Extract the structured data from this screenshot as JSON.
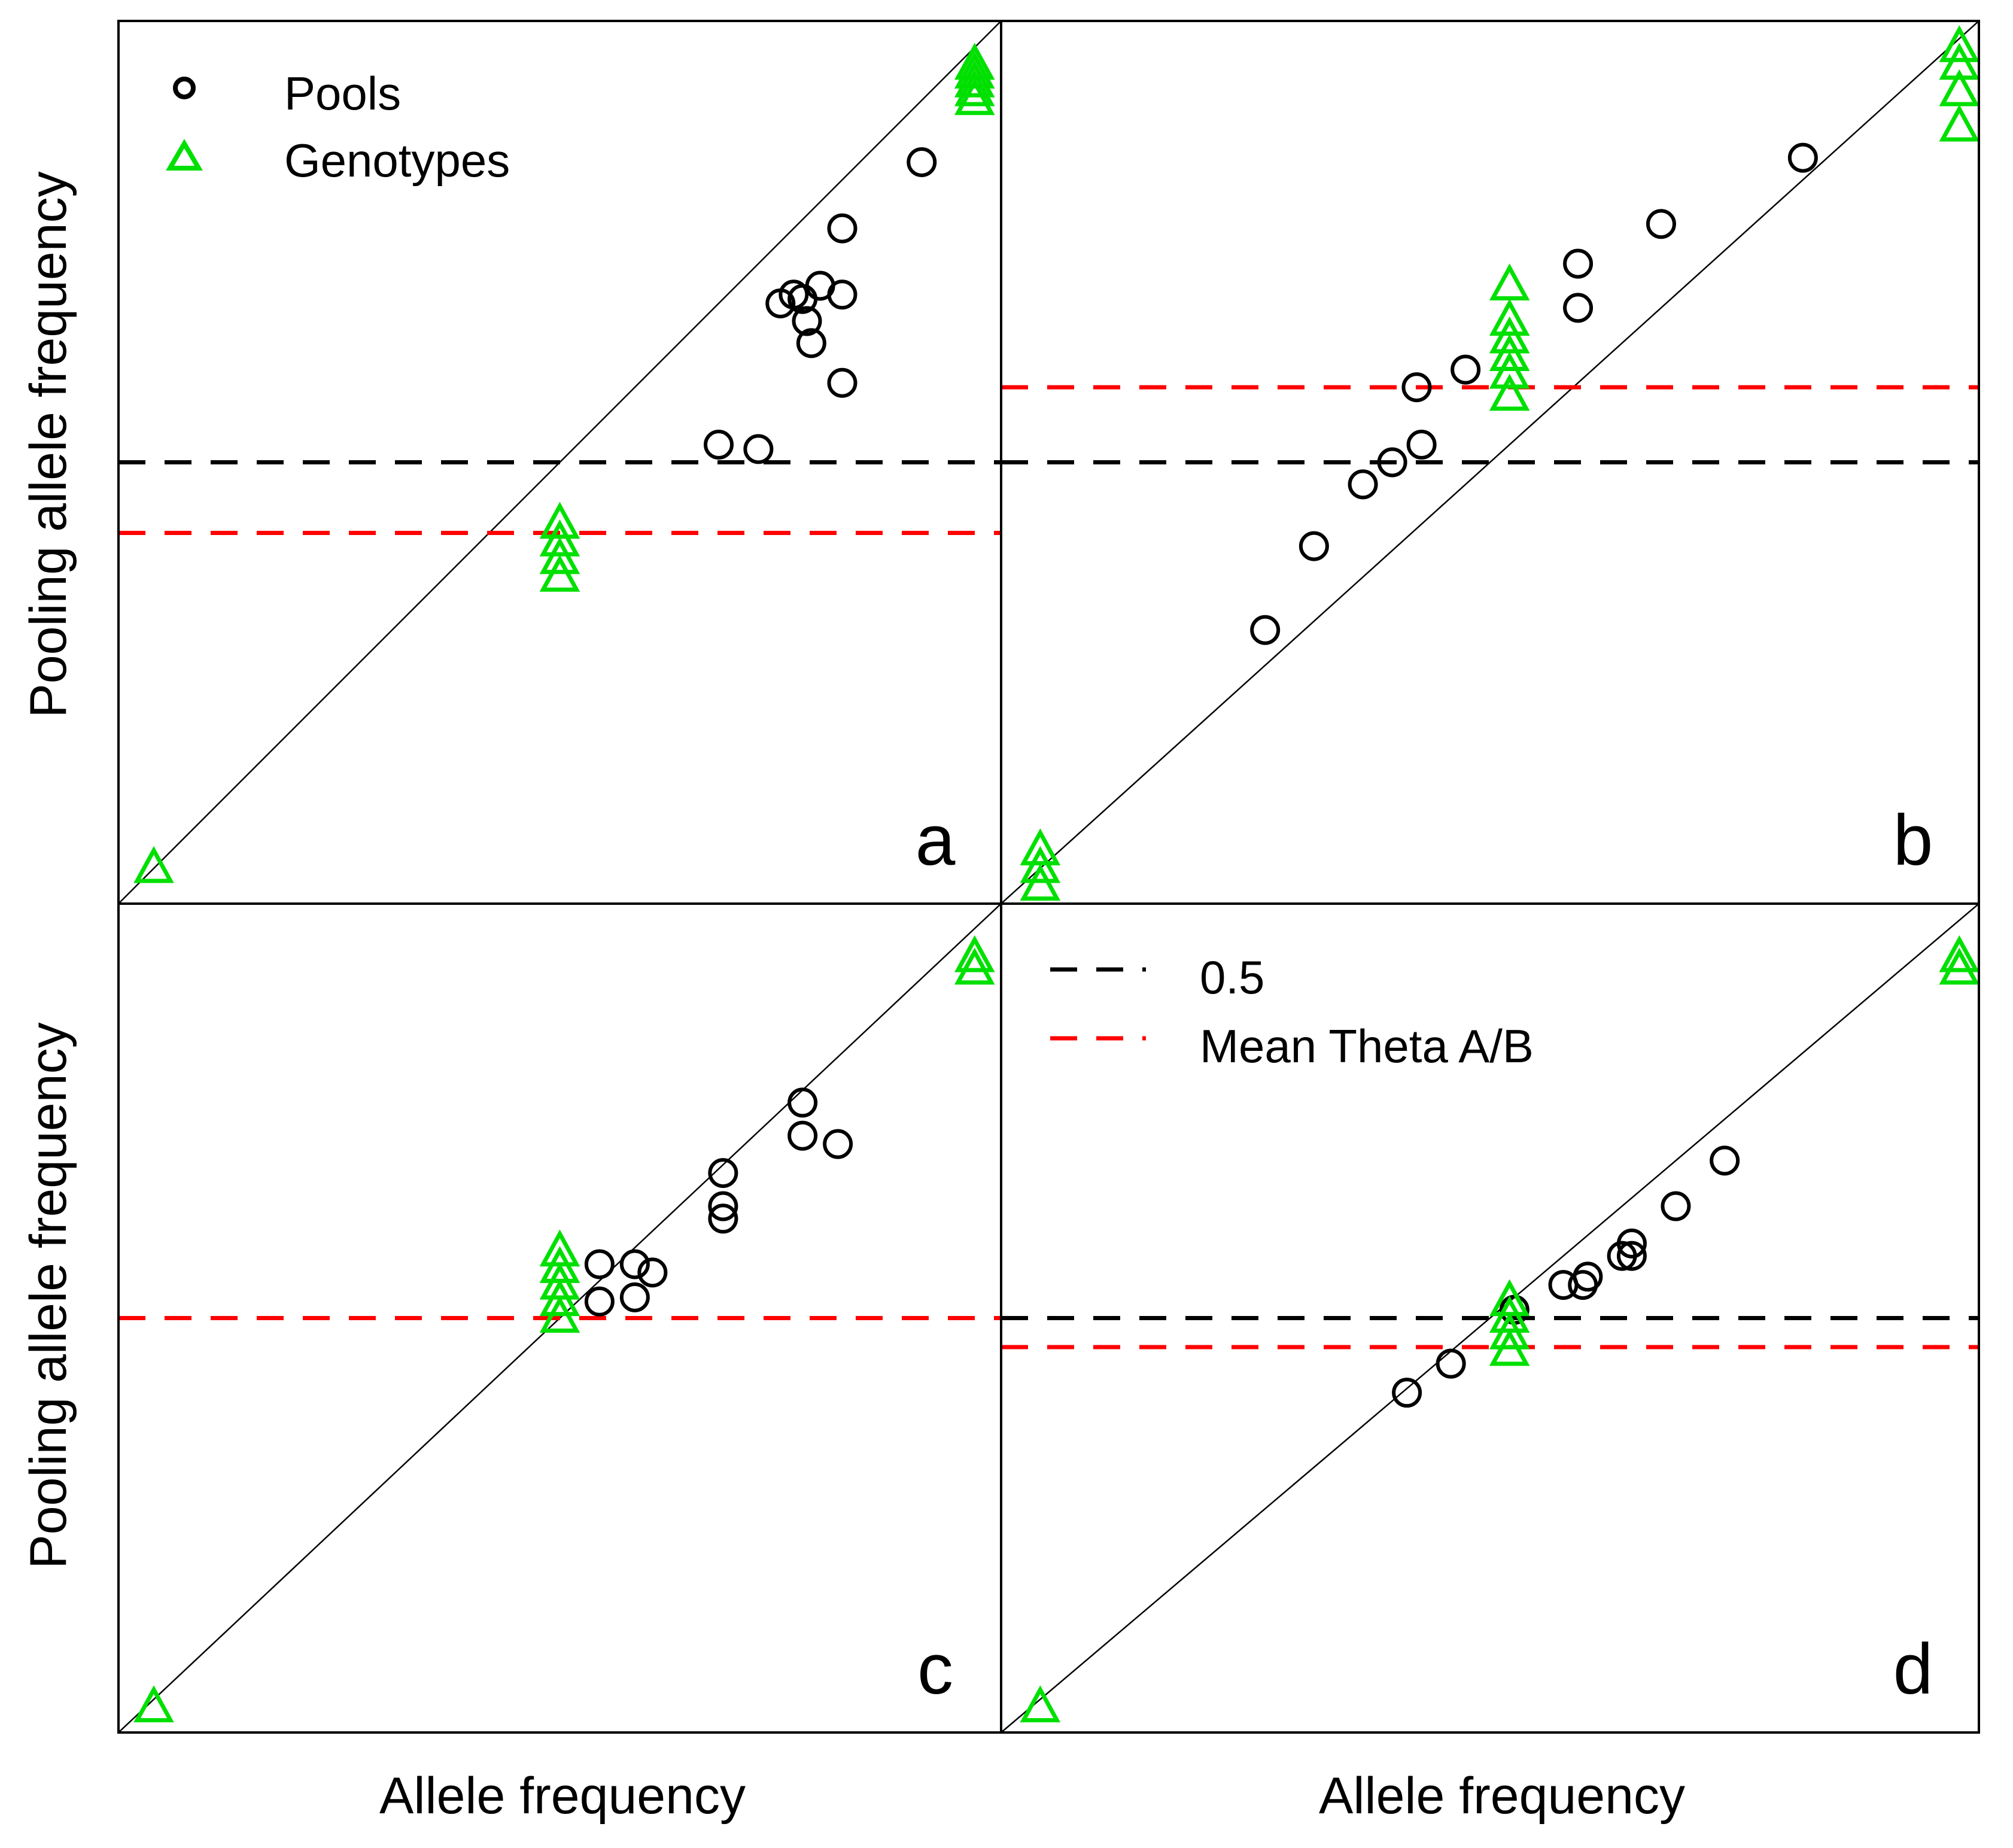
{
  "figure": {
    "y_axis_label": "Pooling allele frequency",
    "x_axis_label": "Allele frequency"
  },
  "legend_top": {
    "entries": [
      {
        "label": "Pools",
        "marker": "circle",
        "color": "#000000"
      },
      {
        "label": "Genotypes",
        "marker": "triangle",
        "color": "#00e000"
      }
    ]
  },
  "legend_bottom": {
    "entries": [
      {
        "label": "0.5",
        "line": "dashed",
        "color": "#000000"
      },
      {
        "label": "Mean Theta A/B",
        "line": "dashed",
        "color": "#ff0000"
      }
    ]
  },
  "colors": {
    "pools": "#000000",
    "genotypes": "#00e000",
    "half_line": "#000000",
    "mean_theta_line": "#ff0000",
    "identity_line": "#000000"
  },
  "chart_data": [
    {
      "type": "scatter",
      "panel_label": "a",
      "xlim": [
        0,
        1
      ],
      "ylim": [
        0,
        1
      ],
      "identity_line": true,
      "hlines": {
        "half": 0.5,
        "mean_theta": 0.42
      },
      "series": [
        {
          "name": "Pools",
          "marker": "circle",
          "points": [
            [
              0.68,
              0.52
            ],
            [
              0.725,
              0.515
            ],
            [
              0.75,
              0.68
            ],
            [
              0.775,
              0.685
            ],
            [
              0.78,
              0.66
            ],
            [
              0.765,
              0.69
            ],
            [
              0.795,
              0.7
            ],
            [
              0.82,
              0.69
            ],
            [
              0.82,
              0.765
            ],
            [
              0.785,
              0.635
            ],
            [
              0.82,
              0.59
            ],
            [
              0.91,
              0.84
            ]
          ]
        },
        {
          "name": "Genotypes",
          "marker": "triangle",
          "points": [
            [
              0.04,
              0.04
            ],
            [
              0.5,
              0.37
            ],
            [
              0.5,
              0.39
            ],
            [
              0.5,
              0.41
            ],
            [
              0.5,
              0.43
            ],
            [
              0.97,
              0.91
            ],
            [
              0.97,
              0.92
            ],
            [
              0.97,
              0.93
            ],
            [
              0.97,
              0.94
            ],
            [
              0.97,
              0.95
            ]
          ]
        }
      ]
    },
    {
      "type": "scatter",
      "panel_label": "b",
      "xlim": [
        0,
        1
      ],
      "ylim": [
        0,
        1
      ],
      "identity_line": true,
      "hlines": {
        "half": 0.5,
        "mean_theta": 0.585
      },
      "series": [
        {
          "name": "Pools",
          "marker": "circle",
          "points": [
            [
              0.27,
              0.31
            ],
            [
              0.32,
              0.405
            ],
            [
              0.37,
              0.475
            ],
            [
              0.4,
              0.5
            ],
            [
              0.43,
              0.52
            ],
            [
              0.425,
              0.585
            ],
            [
              0.475,
              0.605
            ],
            [
              0.59,
              0.675
            ],
            [
              0.59,
              0.725
            ],
            [
              0.675,
              0.77
            ],
            [
              0.82,
              0.845
            ]
          ]
        },
        {
          "name": "Genotypes",
          "marker": "triangle",
          "points": [
            [
              0.04,
              0.02
            ],
            [
              0.04,
              0.04
            ],
            [
              0.04,
              0.06
            ],
            [
              0.52,
              0.575
            ],
            [
              0.52,
              0.6
            ],
            [
              0.52,
              0.62
            ],
            [
              0.52,
              0.64
            ],
            [
              0.52,
              0.66
            ],
            [
              0.52,
              0.7
            ],
            [
              0.98,
              0.88
            ],
            [
              0.98,
              0.92
            ],
            [
              0.98,
              0.95
            ],
            [
              0.98,
              0.97
            ]
          ]
        }
      ]
    },
    {
      "type": "scatter",
      "panel_label": "c",
      "xlim": [
        0,
        1
      ],
      "ylim": [
        0,
        1
      ],
      "identity_line": true,
      "hlines": {
        "half": 0.5,
        "mean_theta": 0.5
      },
      "series": [
        {
          "name": "Pools",
          "marker": "circle",
          "points": [
            [
              0.545,
              0.52
            ],
            [
              0.585,
              0.525
            ],
            [
              0.545,
              0.565
            ],
            [
              0.585,
              0.565
            ],
            [
              0.605,
              0.555
            ],
            [
              0.685,
              0.62
            ],
            [
              0.685,
              0.635
            ],
            [
              0.685,
              0.675
            ],
            [
              0.775,
              0.72
            ],
            [
              0.775,
              0.76
            ],
            [
              0.815,
              0.71
            ]
          ]
        },
        {
          "name": "Genotypes",
          "marker": "triangle",
          "points": [
            [
              0.04,
              0.03
            ],
            [
              0.5,
              0.5
            ],
            [
              0.5,
              0.52
            ],
            [
              0.5,
              0.54
            ],
            [
              0.5,
              0.56
            ],
            [
              0.5,
              0.58
            ],
            [
              0.97,
              0.92
            ],
            [
              0.97,
              0.935
            ]
          ]
        }
      ]
    },
    {
      "type": "scatter",
      "panel_label": "d",
      "xlim": [
        0,
        1
      ],
      "ylim": [
        0,
        1
      ],
      "identity_line": true,
      "hlines": {
        "half": 0.5,
        "mean_theta": 0.465
      },
      "series": [
        {
          "name": "Pools",
          "marker": "circle",
          "points": [
            [
              0.415,
              0.41
            ],
            [
              0.46,
              0.445
            ],
            [
              0.525,
              0.51
            ],
            [
              0.575,
              0.54
            ],
            [
              0.595,
              0.54
            ],
            [
              0.6,
              0.55
            ],
            [
              0.635,
              0.575
            ],
            [
              0.645,
              0.575
            ],
            [
              0.645,
              0.59
            ],
            [
              0.69,
              0.635
            ],
            [
              0.74,
              0.69
            ]
          ]
        },
        {
          "name": "Genotypes",
          "marker": "triangle",
          "points": [
            [
              0.04,
              0.03
            ],
            [
              0.52,
              0.46
            ],
            [
              0.52,
              0.48
            ],
            [
              0.52,
              0.5
            ],
            [
              0.52,
              0.52
            ],
            [
              0.98,
              0.92
            ],
            [
              0.98,
              0.935
            ]
          ]
        }
      ]
    }
  ]
}
